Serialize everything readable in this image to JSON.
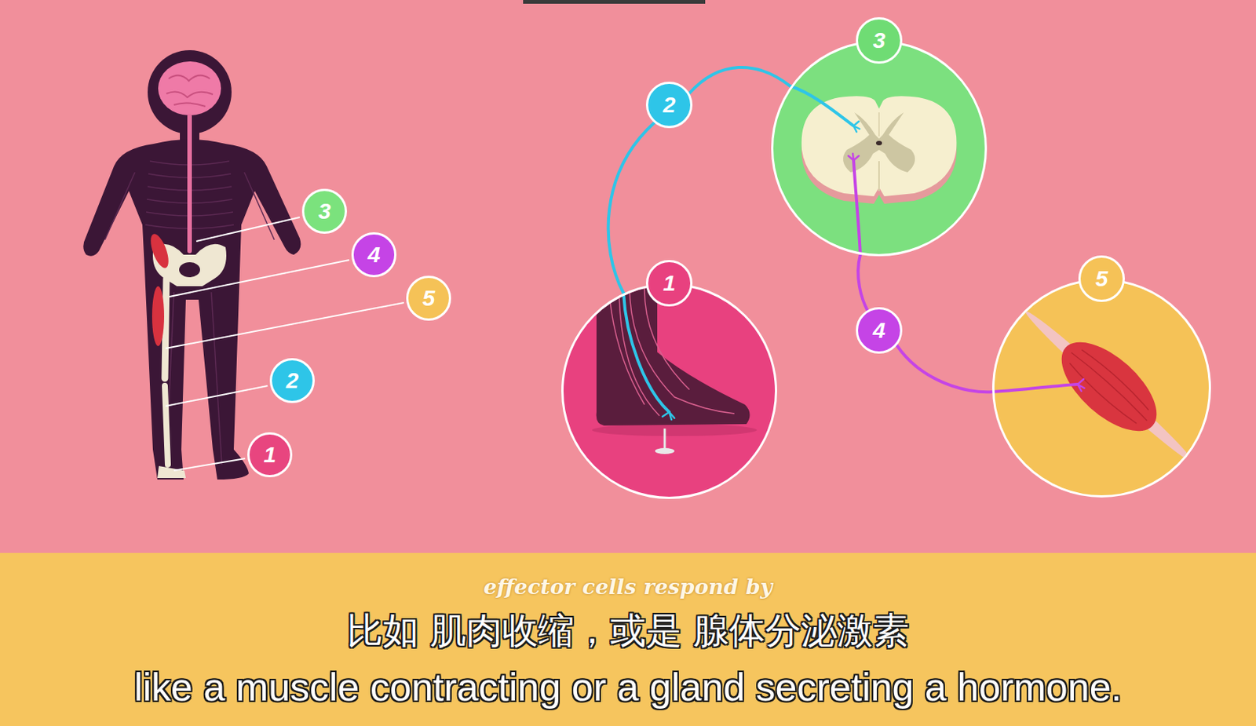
{
  "diagram": {
    "nodes": [
      {
        "text": [
          "1"
        ]
      },
      {
        "text": [
          "2"
        ]
      },
      {
        "text": [
          "3"
        ]
      },
      {
        "text": [
          "4"
        ]
      },
      {
        "text": [
          "5"
        ]
      },
      {
        "text": [
          "effector cells respond by",
          "比如 肌肉收缩，或是 腺体分泌激素",
          "like a muscle contracting or a gland secreting a hormone."
        ]
      }
    ],
    "edges": [
      {
        "from": 0,
        "to": 1,
        "arrow": "none"
      },
      {
        "from": 1,
        "to": 2,
        "arrow": "none"
      },
      {
        "from": 2,
        "to": 3,
        "arrow": "none"
      },
      {
        "from": 3,
        "to": 4,
        "arrow": "none"
      }
    ],
    "labels": [
      "3",
      "4",
      "5",
      "2",
      "1"
    ]
  }
}
